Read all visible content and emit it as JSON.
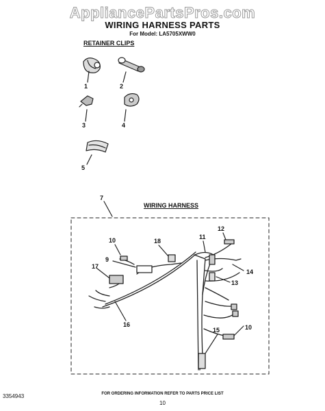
{
  "watermark": "AppliancePartsPros.com",
  "title": "WIRING HARNESS PARTS",
  "model": "For Model: LA5705XWW0",
  "sections": {
    "retainer_clips": "RETAINER CLIPS",
    "wiring_harness": "WIRING HARNESS"
  },
  "callouts": [
    "1",
    "2",
    "3",
    "4",
    "5",
    "7",
    "10",
    "18",
    "11",
    "12",
    "9",
    "17",
    "14",
    "13",
    "16",
    "15",
    "10"
  ],
  "footer": {
    "doc_number": "3354943",
    "note": "FOR ORDERING INFORMATION REFER TO PARTS PRICE LIST",
    "page": "10"
  }
}
